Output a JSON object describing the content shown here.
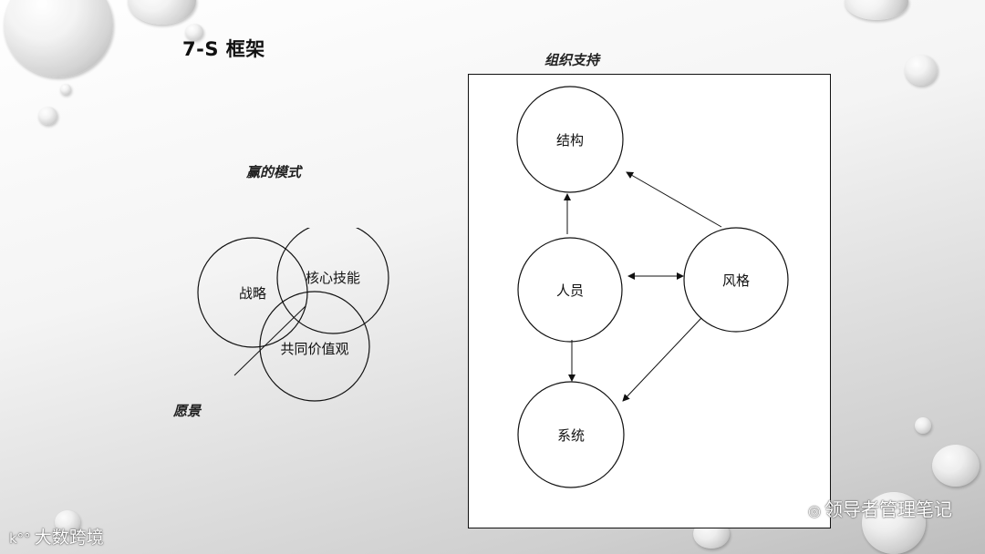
{
  "slide": {
    "title": "7-S 框架"
  },
  "left_diagram": {
    "caption": "赢的模式",
    "circles": [
      {
        "label": "战略"
      },
      {
        "label": "核心技能"
      },
      {
        "label": "共同价值观"
      }
    ],
    "pointer_label": "愿景"
  },
  "right_diagram": {
    "caption": "组织支持",
    "nodes": {
      "structure": "结构",
      "people": "人员",
      "style": "风格",
      "systems": "系统"
    }
  },
  "watermarks": {
    "right": "领导者管理笔记",
    "left": "大数跨境"
  },
  "colors": {
    "line": "#111111",
    "box_fill": "#ffffff"
  }
}
